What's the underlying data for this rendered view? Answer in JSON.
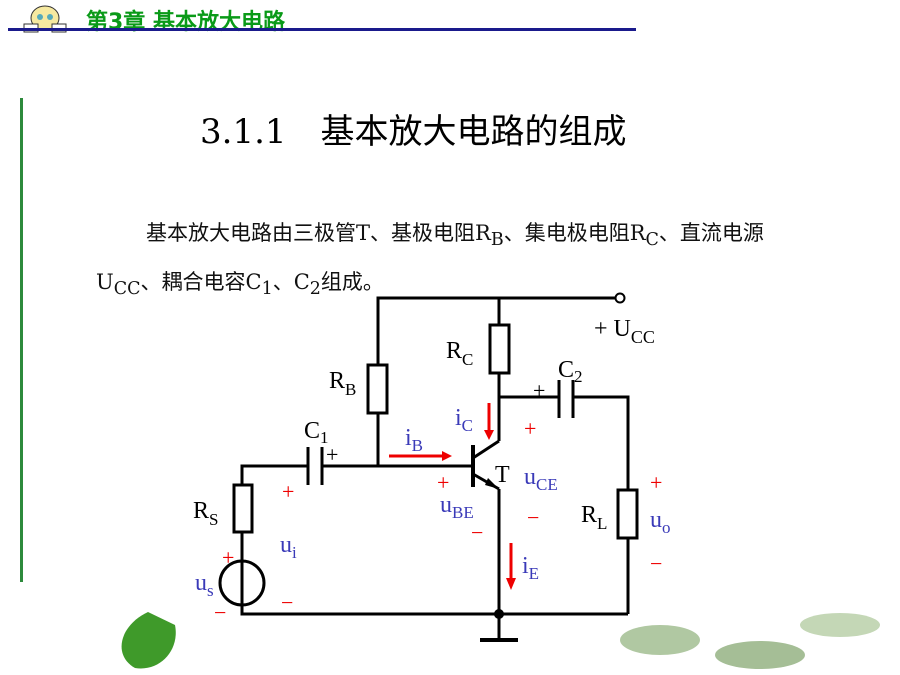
{
  "header": {
    "chapter": "第3章 基本放大电路"
  },
  "title": "3.1.1　基本放大电路的组成",
  "paragraph": {
    "p1": "基本放大电路由三极管T、基极电阻R",
    "sub_b": "B",
    "p2": "、集电极电阻R",
    "sub_c": "C",
    "p3": "、直流电源U",
    "sub_cc": "CC",
    "p4": "、耦合电容C",
    "sub_1": "1",
    "p5": "、C",
    "sub_2": "2",
    "p6": "组成。"
  },
  "circuit": {
    "ucc": {
      "main": "+ U",
      "sub": "CC"
    },
    "rc": {
      "main": "R",
      "sub": "C"
    },
    "rb": {
      "main": "R",
      "sub": "B"
    },
    "c1": {
      "main": "C",
      "sub": "1"
    },
    "c2": {
      "main": "C",
      "sub": "2"
    },
    "rs": {
      "main": "R",
      "sub": "S"
    },
    "rl": {
      "main": "R",
      "sub": "L"
    },
    "t": "T",
    "ib": {
      "main": "i",
      "sub": "B"
    },
    "ic": {
      "main": "i",
      "sub": "C"
    },
    "ie": {
      "main": "i",
      "sub": "E"
    },
    "ube": {
      "main": "u",
      "sub": "BE"
    },
    "uce": {
      "main": "u",
      "sub": "CE"
    },
    "ui": {
      "main": "u",
      "sub": "i"
    },
    "us": {
      "main": "u",
      "sub": "s"
    },
    "uo": {
      "main": "u",
      "sub": "o"
    },
    "plus": "+",
    "minus": "−"
  }
}
